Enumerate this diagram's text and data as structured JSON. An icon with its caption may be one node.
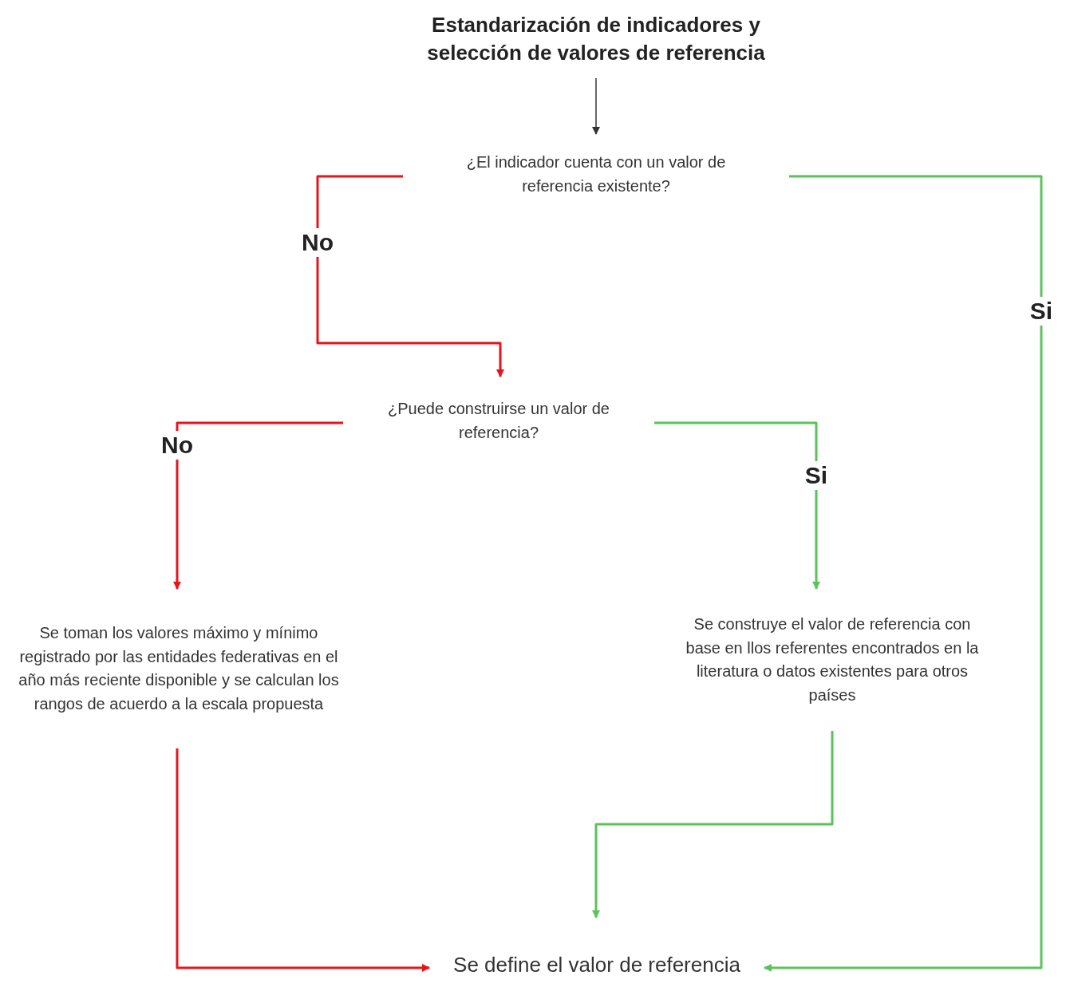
{
  "diagram": {
    "nodes": [
      {
        "text": [
          "Estandarización de indicadores y selección de valores de referencia"
        ]
      },
      {
        "text": [
          "¿El indicador cuenta con un valor de referencia existente?"
        ]
      },
      {
        "text": [
          "¿Puede construirse un valor de referencia?"
        ]
      },
      {
        "text": [
          "Se toman los valores máximo y mínimo registrado por las entidades federativas en el año más reciente disponible y se calculan los rangos de acuerdo a la escala propuesta"
        ]
      },
      {
        "text": [
          "Se construye el valor de referencia con base en llos referentes encontrados en la literatura o datos existentes para otros países"
        ]
      },
      {
        "text": [
          "Se define el valor de referencia"
        ]
      }
    ],
    "edges": [
      {
        "from": 0,
        "to": 1,
        "arrow": "to",
        "color": "#333333"
      },
      {
        "from": 1,
        "to": 2,
        "arrow": "to",
        "label": "No",
        "color": "#e8141c"
      },
      {
        "from": 1,
        "to": 5,
        "arrow": "to",
        "label": "Si",
        "color": "#5cc25a"
      },
      {
        "from": 2,
        "to": 3,
        "arrow": "to",
        "label": "No",
        "color": "#e8141c"
      },
      {
        "from": 2,
        "to": 4,
        "arrow": "to",
        "label": "Si",
        "color": "#5cc25a"
      },
      {
        "from": 3,
        "to": 5,
        "arrow": "to",
        "color": "#e8141c"
      },
      {
        "from": 4,
        "to": 5,
        "arrow": "to",
        "color": "#5cc25a"
      }
    ]
  }
}
